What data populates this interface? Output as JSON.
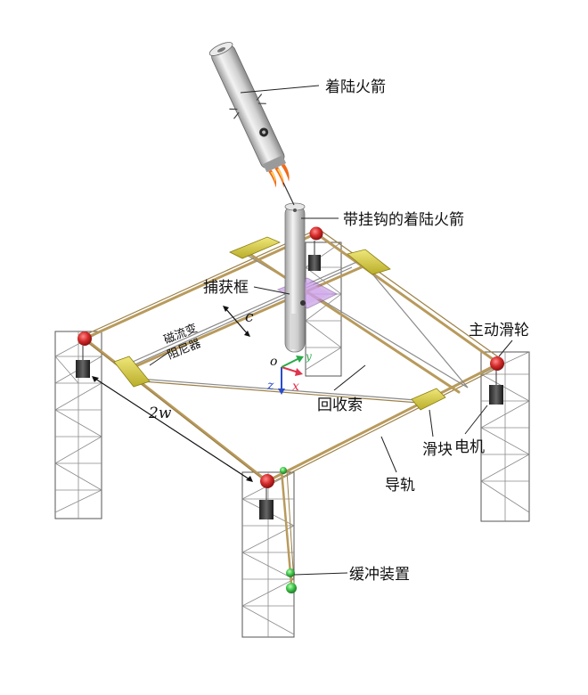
{
  "labels": {
    "landing_rocket": "着陆火箭",
    "hooked_rocket": "带挂钩的着陆火箭",
    "capture_frame": "捕获框",
    "drive_pulley": "主动滑轮",
    "mr_damper_line1": "磁流变",
    "mr_damper_line2": "阻尼器",
    "recovery_cable": "回收索",
    "motor": "电机",
    "slider": "滑块",
    "guide_rail": "导轨",
    "buffer_device": "缓冲装置"
  },
  "symbols": {
    "c": "c",
    "two_w": "2w",
    "origin": "o",
    "axis_x": "x",
    "axis_y": "y",
    "axis_z": "z"
  },
  "colors": {
    "slider_yellow": "#d8cf4a",
    "pulley_red": "#d42a2a",
    "capture_frame_purple": "#b784d9",
    "rope": "#b89a5c",
    "buffer_green": "#3fc34a",
    "rocket_flame": "#f06a1a",
    "axis_x": "#e0334d",
    "axis_y": "#2aa84a",
    "axis_z": "#2b4cc9"
  }
}
